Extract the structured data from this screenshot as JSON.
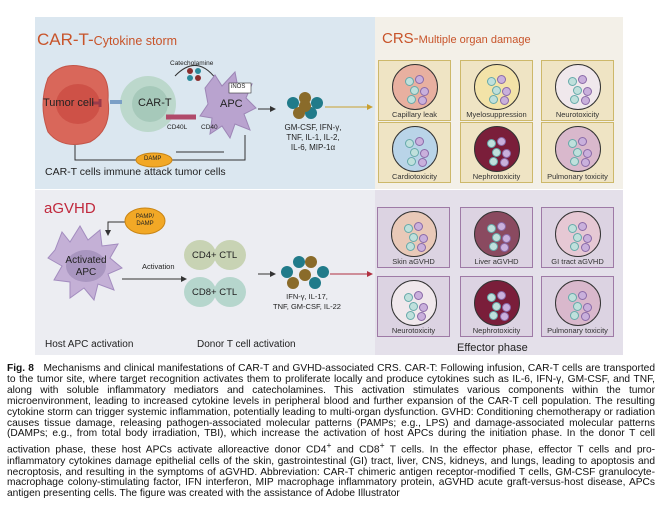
{
  "figure": {
    "crs_panel": {
      "title_main": "CAR-T-",
      "title_sub": "Cytokine storm",
      "tumor_cell": "Tumor cell",
      "car_t": "CAR-T",
      "apc": "APC",
      "catecholamine": "Catecholamine",
      "inos": "iNOS",
      "cd40l": "CD40L",
      "cd40": "CD40",
      "damp": "DAMP",
      "cytokines_line1": "GM-CSF, IFN-γ,",
      "cytokines_line2": "TNF, IL-1, IL-2,",
      "cytokines_line3": "IL-6, MIP-1α",
      "caption": "CAR-T cells immune attack tumor cells"
    },
    "organ_panel": {
      "title_main": "CRS-",
      "title_sub": "Multiple organ damage",
      "tiles": [
        "Capillary leak",
        "Myelosuppression",
        "Neurotoxicity",
        "Cardiotoxicity",
        "Nephrotoxicity",
        "Pulmonary toxicity"
      ]
    },
    "gvhd_panel": {
      "title": "aGVHD",
      "pamp_line1": "PAMP/",
      "pamp_line2": "DAMP",
      "apc_line1": "Activated",
      "apc_line2": "APC",
      "activation": "Activation",
      "cd4": "CD4+",
      "cd8": "CD8+",
      "ctl": "CTL",
      "cytokines_line1": "IFN-γ, IL-17,",
      "cytokines_line2": "TNF, GM-CSF, IL-22",
      "phase1": "Host APC activation",
      "phase2": "Donor T cell activation"
    },
    "effector_panel": {
      "tiles": [
        "Skin aGVHD",
        "Liver aGVHD",
        "GI tract aGVHD",
        "Neurotoxicity",
        "Nephrotoxicity",
        "Pulmonary toxicity"
      ],
      "phase": "Effector phase"
    }
  },
  "caption": {
    "label": "Fig. 8",
    "part1": "Mechanisms and clinical manifestations of CAR-T and GVHD-associated CRS. CAR-T: Following infusion, CAR-T cells are transported to the tumor site, where target recognition activates them to proliferate locally and produce cytokines such as IL-6, IFN-γ, GM-CSF, and TNF, along with soluble inflammatory mediators and catecholamines. This activation stimulates various components within the tumor microenvironment, leading to increased cytokine levels in peripheral blood and further expansion of the CAR-T cell population. The resulting cytokine storm can trigger systemic inflammation, potentially leading to multi-organ dysfunction. GVHD: Conditioning chemotherapy or radiation causes tissue damage, releasing pathogen-associated molecular patterns (PAMPs; e.g., LPS) and damage-associated molecular patterns (DAMPs; e.g., from total body irradiation, TBI), which increase the activation of host APCs during the initiation phase. In the donor T cell activation phase, these host APCs activate alloreactive donor CD4",
    "sup1": "+",
    "part2": " and CD8",
    "sup2": "+",
    "part3": " T cells. In the effector phase, effector T cells and pro-inflammatory cytokines damage epithelial cells of the skin, gastrointestinal (GI) tract, liver, CNS, kidneys, and lungs, leading to apoptosis and necroptosis, and resulting in the symptoms of aGVHD. Abbreviation: CAR-T chimeric antigen receptor-modified T cells, GM-CSF granulocyte-macrophage colony-stimulating factor, IFN interferon, MIP macrophage inflammatory protein, aGVHD acute graft-versus-host disease, APCs antigen presenting cells. The figure was created with the assistance of Adobe Illustrator"
  }
}
